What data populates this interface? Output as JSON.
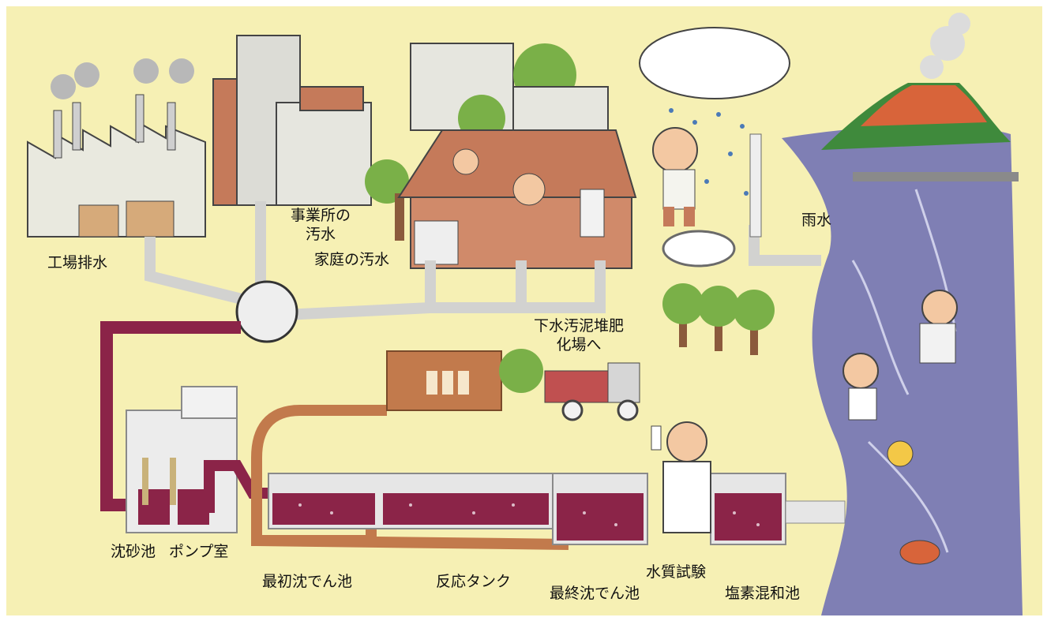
{
  "labels": {
    "factory": "工場排水",
    "office_line1": "事業所の",
    "office_line2": "汚水",
    "household": "家庭の汚水",
    "rain": "雨水",
    "compost_line1": "下水汚泥堆肥",
    "compost_line2": "化場へ",
    "grit": "沈砂池",
    "pump": "ポンプ室",
    "primary": "最初沈でん池",
    "reaction": "反応タンク",
    "final": "最終沈でん池",
    "quality": "水質試験",
    "chlorine": "塩素混和池"
  },
  "colors": {
    "background": "#f6f0b4",
    "pipe_gray": "#d2d2d0",
    "sewage": "#8b2448",
    "sludge": "#c27a4c",
    "river": "#7f7fb4",
    "building": "#c57a5a",
    "tree": "#7ab048"
  }
}
